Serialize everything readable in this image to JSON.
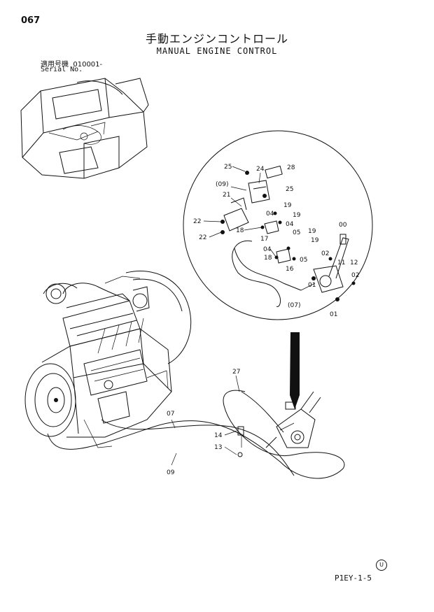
{
  "header": {
    "page_number": "067",
    "title_jp": "手動エンジンコントロール",
    "title_en": "MANUAL ENGINE CONTROL",
    "serial_label_jp": "適用号機",
    "serial_value": "010001-",
    "serial_label_en": "Serial No."
  },
  "callouts": {
    "c25a": "25",
    "c24": "24",
    "c28": "28",
    "c09b": "(09)",
    "c25b": "25",
    "c21": "21",
    "c04a": "04",
    "c19a": "19",
    "c22a": "22",
    "c19b": "19",
    "c04b": "04",
    "c18a": "18",
    "c17": "17",
    "c05a": "05",
    "c22b": "22",
    "c19c": "19",
    "c00": "00",
    "c19d": "19",
    "c04c": "04",
    "c02a": "02",
    "c05b": "05",
    "c18b": "18",
    "c16": "16",
    "c11": "11",
    "c12": "12",
    "c02b": "02",
    "c01a": "01",
    "c07b": "(07)",
    "c01b": "01",
    "c27": "27",
    "c07": "07",
    "c14": "14",
    "c13": "13",
    "c09": "09"
  },
  "footer": {
    "code": "P1EY-1-5",
    "mark": "U"
  }
}
